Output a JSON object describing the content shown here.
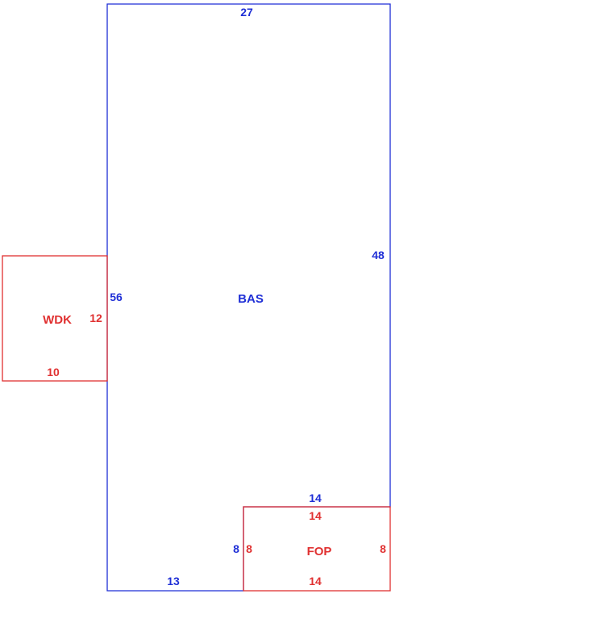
{
  "colors": {
    "main_area": "#1f2fd6",
    "addition_area": "#e03131",
    "background": "#ffffff"
  },
  "areas": [
    {
      "code": "BAS",
      "color_key": "main_area",
      "dimensions": {
        "top": "27",
        "right_upper": "48",
        "left": "56",
        "bottom_left": "13",
        "notch_top": "14",
        "notch_side": "8"
      }
    },
    {
      "code": "WDK",
      "color_key": "addition_area",
      "dimensions": {
        "right": "12",
        "bottom": "10"
      }
    },
    {
      "code": "FOP",
      "color_key": "addition_area",
      "dimensions": {
        "top": "14",
        "bottom": "14",
        "left": "8",
        "right": "8"
      }
    }
  ]
}
